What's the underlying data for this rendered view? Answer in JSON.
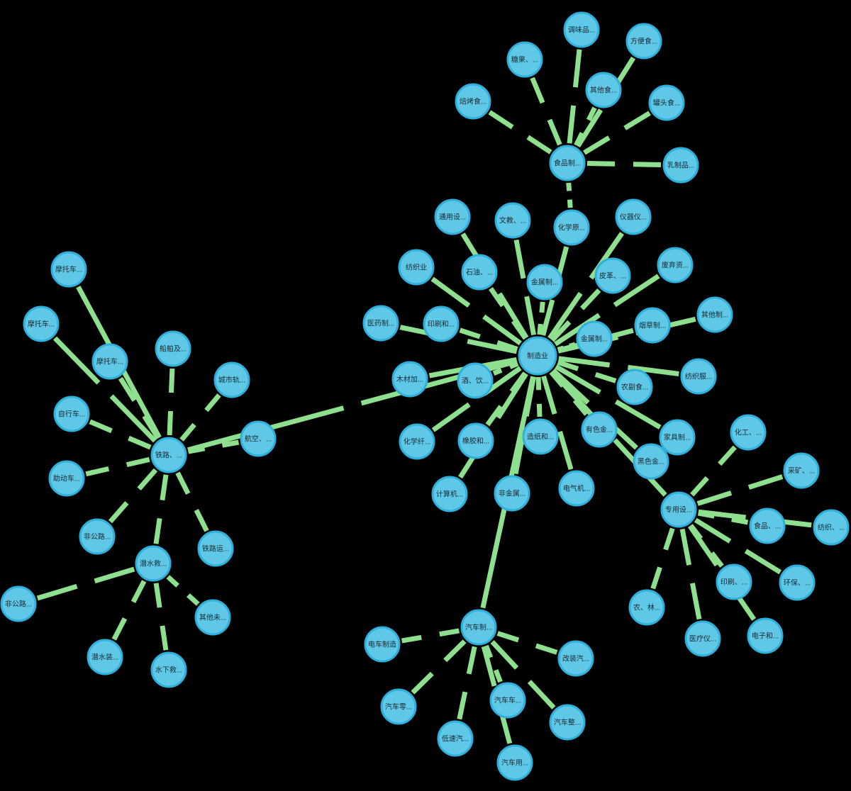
{
  "graph": {
    "nodes": [
      {
        "id": "manufacturing",
        "label": "制造业"
      },
      {
        "id": "food",
        "label": "食品制..."
      },
      {
        "id": "seasoning",
        "label": "调味品..."
      },
      {
        "id": "candy",
        "label": "糖果、..."
      },
      {
        "id": "instant",
        "label": "方便食..."
      },
      {
        "id": "otherfood",
        "label": "其他食..."
      },
      {
        "id": "bakery",
        "label": "焙烤食..."
      },
      {
        "id": "canned",
        "label": "罐头食..."
      },
      {
        "id": "dairy",
        "label": "乳制品..."
      },
      {
        "id": "chemraw",
        "label": "化学原..."
      },
      {
        "id": "general",
        "label": "通用设..."
      },
      {
        "id": "culture",
        "label": "文教、..."
      },
      {
        "id": "instrument",
        "label": "仪器仪..."
      },
      {
        "id": "textile",
        "label": "纺织业"
      },
      {
        "id": "petro",
        "label": "石油、..."
      },
      {
        "id": "metalprod",
        "label": "金属制..."
      },
      {
        "id": "leather",
        "label": "皮革、..."
      },
      {
        "id": "waste",
        "label": "废弃资..."
      },
      {
        "id": "pharma",
        "label": "医药制..."
      },
      {
        "id": "printing",
        "label": "印刷和..."
      },
      {
        "id": "tobacco",
        "label": "烟草制..."
      },
      {
        "id": "othermfg",
        "label": "其他制..."
      },
      {
        "id": "metalprod2",
        "label": "金属制..."
      },
      {
        "id": "wood",
        "label": "木材加..."
      },
      {
        "id": "drinks",
        "label": "酒、饮..."
      },
      {
        "id": "apparel",
        "label": "纺织服..."
      },
      {
        "id": "agrifood",
        "label": "农副食..."
      },
      {
        "id": "chemfiber",
        "label": "化学纤..."
      },
      {
        "id": "rubber",
        "label": "橡胶和..."
      },
      {
        "id": "paper",
        "label": "造纸和..."
      },
      {
        "id": "nonferrous",
        "label": "有色金..."
      },
      {
        "id": "furniture",
        "label": "家具制..."
      },
      {
        "id": "ferrous",
        "label": "黑色金..."
      },
      {
        "id": "computer",
        "label": "计算机..."
      },
      {
        "id": "nonmetal",
        "label": "非金属..."
      },
      {
        "id": "electric",
        "label": "电气机..."
      },
      {
        "id": "aero",
        "label": "航空、..."
      },
      {
        "id": "rail",
        "label": "铁路、..."
      },
      {
        "id": "moto1",
        "label": "摩托车..."
      },
      {
        "id": "moto2",
        "label": "摩托车..."
      },
      {
        "id": "moto3",
        "label": "摩托车..."
      },
      {
        "id": "ship",
        "label": "船舶及..."
      },
      {
        "id": "urbanrail",
        "label": "城市轨..."
      },
      {
        "id": "bicycle",
        "label": "自行车..."
      },
      {
        "id": "moped",
        "label": "助动车..."
      },
      {
        "id": "offroad1",
        "label": "非公路..."
      },
      {
        "id": "offroad2",
        "label": "非公路..."
      },
      {
        "id": "submarine",
        "label": "潜水救..."
      },
      {
        "id": "railtrans",
        "label": "铁路运..."
      },
      {
        "id": "otherunl",
        "label": "其他未..."
      },
      {
        "id": "divingeq",
        "label": "潜水装..."
      },
      {
        "id": "underwater",
        "label": "水下救..."
      },
      {
        "id": "special",
        "label": "专用设..."
      },
      {
        "id": "chemeq",
        "label": "化工、..."
      },
      {
        "id": "mining",
        "label": "采矿、..."
      },
      {
        "id": "foodeq",
        "label": "食品、..."
      },
      {
        "id": "textileeq",
        "label": "纺织、..."
      },
      {
        "id": "printeq",
        "label": "印刷、..."
      },
      {
        "id": "envprot",
        "label": "环保、..."
      },
      {
        "id": "agri",
        "label": "农、林..."
      },
      {
        "id": "medical",
        "label": "医疗仪..."
      },
      {
        "id": "electronic",
        "label": "电子和..."
      },
      {
        "id": "auto",
        "label": "汽车制..."
      },
      {
        "id": "ev",
        "label": "电车制造"
      },
      {
        "id": "modcar",
        "label": "改装汽..."
      },
      {
        "id": "autoparts",
        "label": "汽车零..."
      },
      {
        "id": "autoB",
        "label": "汽车车..."
      },
      {
        "id": "lowspeed",
        "label": "低速汽..."
      },
      {
        "id": "wholecar",
        "label": "汽车整..."
      },
      {
        "id": "autouse",
        "label": "汽车用..."
      }
    ],
    "edges": [
      [
        "manufacturing",
        "chemraw"
      ],
      [
        "manufacturing",
        "general"
      ],
      [
        "manufacturing",
        "culture"
      ],
      [
        "manufacturing",
        "instrument"
      ],
      [
        "manufacturing",
        "textile"
      ],
      [
        "manufacturing",
        "petro"
      ],
      [
        "manufacturing",
        "metalprod"
      ],
      [
        "manufacturing",
        "leather"
      ],
      [
        "manufacturing",
        "waste"
      ],
      [
        "manufacturing",
        "pharma"
      ],
      [
        "manufacturing",
        "printing"
      ],
      [
        "manufacturing",
        "tobacco"
      ],
      [
        "manufacturing",
        "othermfg"
      ],
      [
        "manufacturing",
        "metalprod2"
      ],
      [
        "manufacturing",
        "wood"
      ],
      [
        "manufacturing",
        "drinks"
      ],
      [
        "manufacturing",
        "apparel"
      ],
      [
        "manufacturing",
        "agrifood"
      ],
      [
        "manufacturing",
        "chemfiber"
      ],
      [
        "manufacturing",
        "rubber"
      ],
      [
        "manufacturing",
        "paper"
      ],
      [
        "manufacturing",
        "nonferrous"
      ],
      [
        "manufacturing",
        "furniture"
      ],
      [
        "manufacturing",
        "ferrous"
      ],
      [
        "manufacturing",
        "computer"
      ],
      [
        "manufacturing",
        "nonmetal"
      ],
      [
        "manufacturing",
        "electric"
      ],
      [
        "manufacturing",
        "special"
      ],
      [
        "manufacturing",
        "auto"
      ],
      [
        "manufacturing",
        "rail"
      ],
      [
        "chemraw",
        "food"
      ],
      [
        "food",
        "seasoning"
      ],
      [
        "food",
        "candy"
      ],
      [
        "food",
        "instant"
      ],
      [
        "food",
        "otherfood"
      ],
      [
        "food",
        "bakery"
      ],
      [
        "food",
        "canned"
      ],
      [
        "food",
        "dairy"
      ],
      [
        "rail",
        "aero"
      ],
      [
        "rail",
        "moto1"
      ],
      [
        "rail",
        "moto2"
      ],
      [
        "rail",
        "moto3"
      ],
      [
        "rail",
        "ship"
      ],
      [
        "rail",
        "urbanrail"
      ],
      [
        "rail",
        "bicycle"
      ],
      [
        "rail",
        "moped"
      ],
      [
        "rail",
        "offroad1"
      ],
      [
        "rail",
        "submarine"
      ],
      [
        "rail",
        "railtrans"
      ],
      [
        "submarine",
        "offroad2"
      ],
      [
        "submarine",
        "otherunl"
      ],
      [
        "submarine",
        "divingeq"
      ],
      [
        "submarine",
        "underwater"
      ],
      [
        "special",
        "chemeq"
      ],
      [
        "special",
        "mining"
      ],
      [
        "special",
        "foodeq"
      ],
      [
        "special",
        "textileeq"
      ],
      [
        "special",
        "printeq"
      ],
      [
        "special",
        "envprot"
      ],
      [
        "special",
        "agri"
      ],
      [
        "special",
        "medical"
      ],
      [
        "special",
        "electronic"
      ],
      [
        "auto",
        "ev"
      ],
      [
        "auto",
        "modcar"
      ],
      [
        "auto",
        "autoparts"
      ],
      [
        "auto",
        "autoB"
      ],
      [
        "auto",
        "lowspeed"
      ],
      [
        "auto",
        "wholecar"
      ],
      [
        "auto",
        "autouse"
      ]
    ]
  }
}
